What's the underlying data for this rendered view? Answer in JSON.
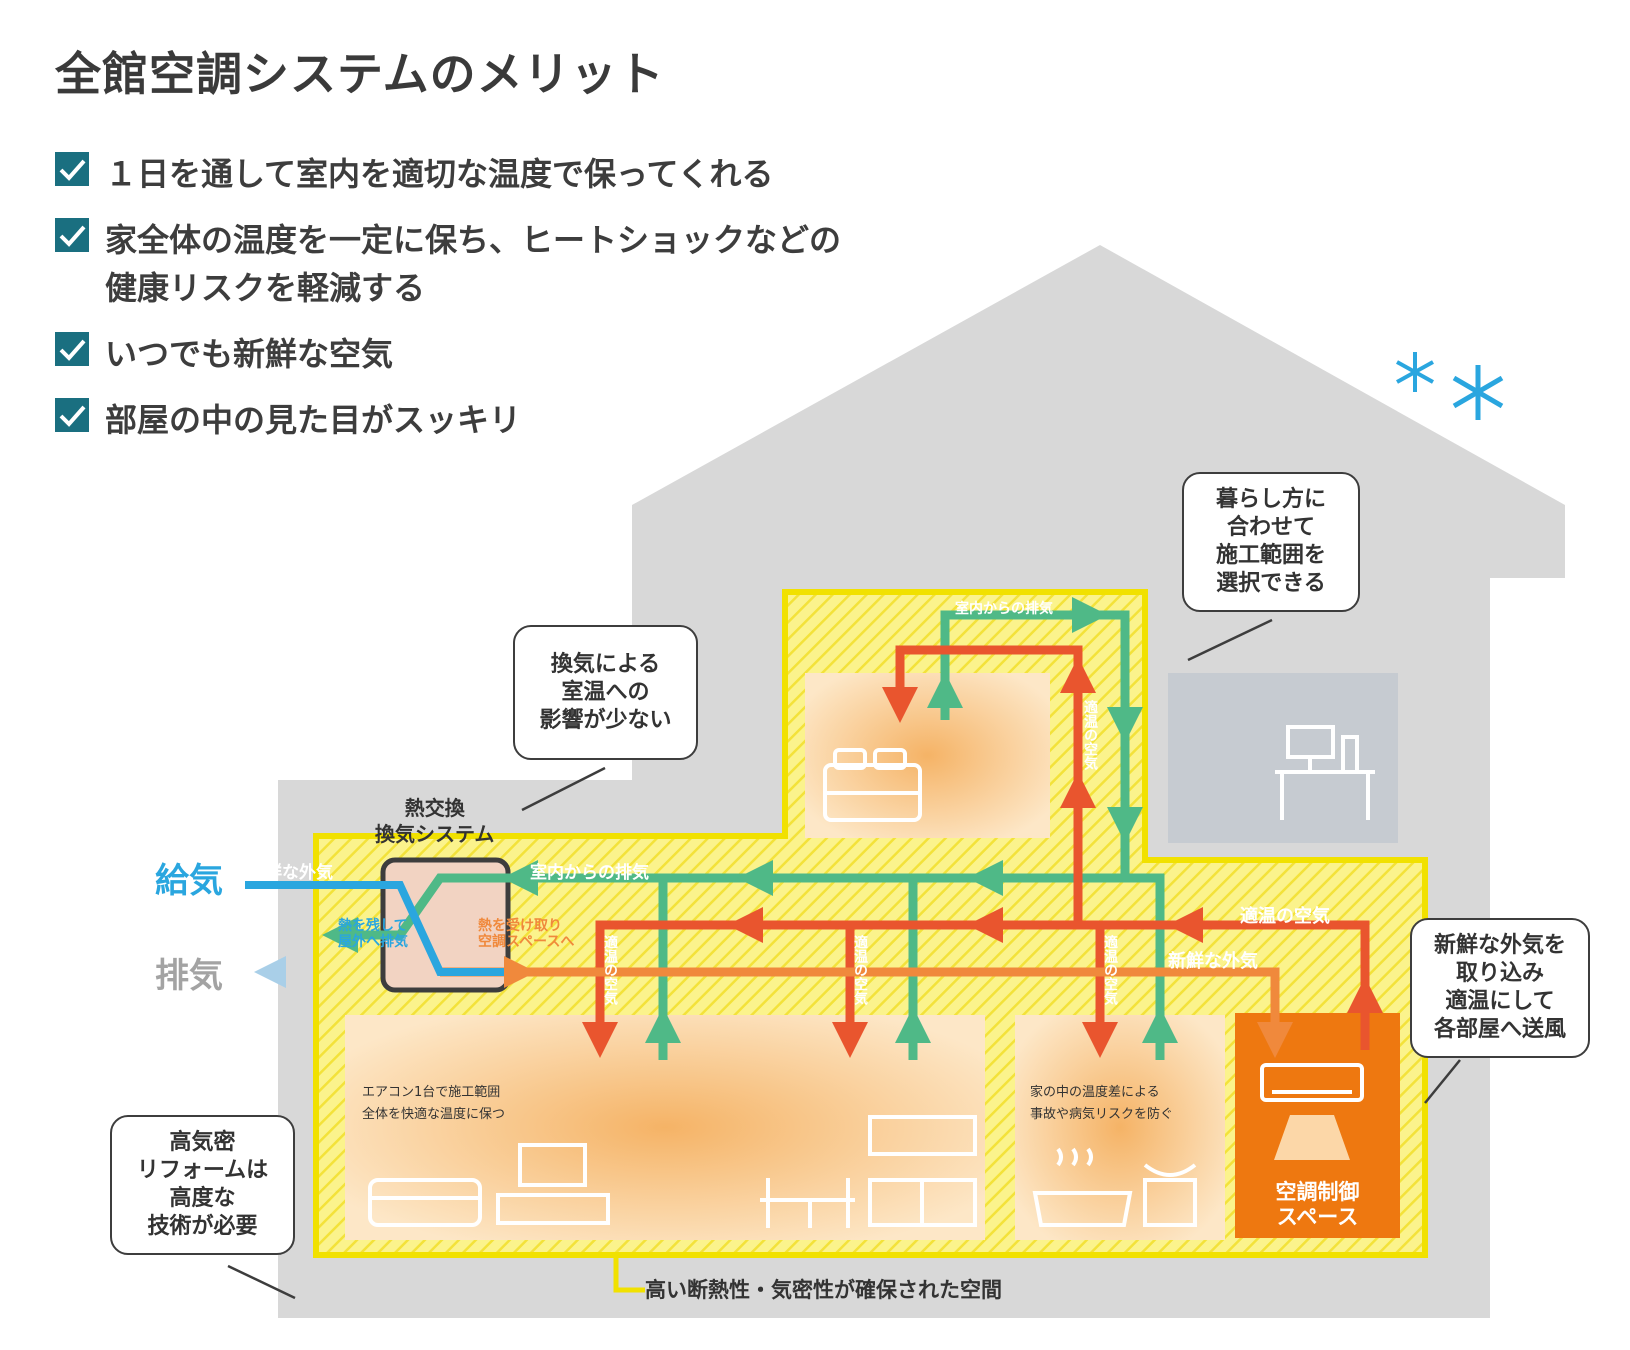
{
  "title": "全館空調システムのメリット",
  "benefits": [
    "１日を通して室内を適切な温度で保ってくれる",
    "家全体の温度を一定に保ち、ヒートショックなどの\n健康リスクを軽減する",
    "いつでも新鮮な空気",
    "部屋の中の見た目がスッキリ"
  ],
  "callouts": {
    "lifestyle": "暮らし方に\n合わせて\n施工範囲を\n選択できる",
    "ventilation": "換気による\n室温への\n影響が少ない",
    "fresh_air": "新鮮な外気を\n取り込み\n適温にして\n各部屋へ送風",
    "airtight": "高気密\nリフォームは\n高度な\n技術が必要"
  },
  "labels": {
    "heat_exchange": "熱交換\n換気システム",
    "supply": "給気",
    "exhaust": "排気",
    "fresh_outside_air": "新鮮な外気",
    "indoor_exhaust": "室内からの排気",
    "heat_release": "熱を残して\n屋外へ排気",
    "heat_receive": "熱を受け取り\n空調スペースへ",
    "proper_temp_air": "適温の空気",
    "fresh_outside_air_2": "新鮮な外気",
    "proper_temp_vertical": "適温の空気",
    "living_note": "エアコン1台で施工範囲\n全体を快適な温度に保つ",
    "bath_note": "家の中の温度差による\n事故や病気リスクを防ぐ",
    "ac_space": "空調制御\nスペース",
    "insulated_space": "高い断熱性・気密性が確保された空間"
  },
  "icons": [
    "check-icon",
    "snowflake-icon",
    "bed-icon",
    "sofa-icon",
    "tv-icon",
    "desk-icon",
    "computer-icon",
    "kitchen-icon",
    "dining-table-icon",
    "bathtub-icon",
    "sink-icon",
    "air-conditioner-icon"
  ],
  "colors": {
    "house": "#d8d8d8",
    "insulated_fill": "#fbf38c",
    "insulated_border": "#f1e100",
    "warm_air": "#e9552e",
    "exhaust_air": "#4fb987",
    "fresh_air": "#2aa6df",
    "ac_space": "#ee7810",
    "check": "#1a6f80"
  }
}
